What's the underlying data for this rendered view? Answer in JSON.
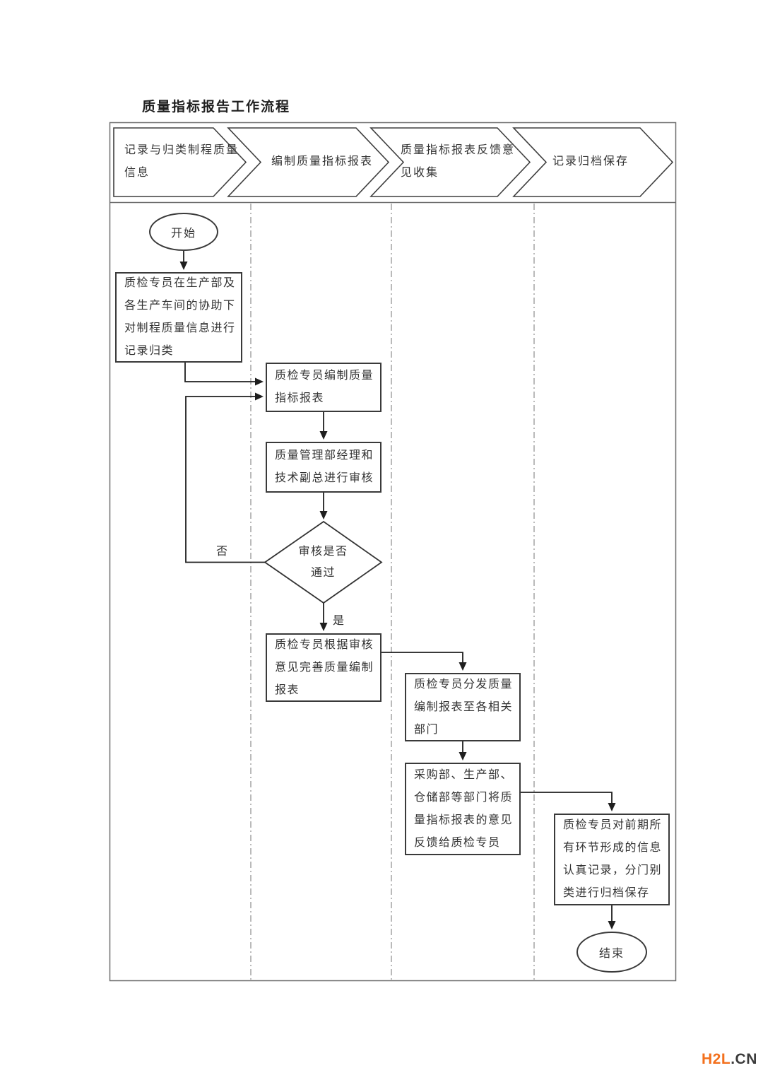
{
  "title": "质量指标报告工作流程",
  "lanes": [
    {
      "label": "记录与归类制程质量\n信息"
    },
    {
      "label": "编制质量指标报表"
    },
    {
      "label": "质量指标报表反馈意\n见收集"
    },
    {
      "label": "记录归档保存"
    }
  ],
  "nodes": {
    "start": "开始",
    "step1": "质检专员在生产部及\n各生产车间的协助下\n对制程质量信息进行\n记录归类",
    "step2": "质检专员编制质量\n指标报表",
    "step3": "质量管理部经理和\n技术副总进行审核",
    "decision": "审核是否\n通过",
    "step4": "质检专员根据审核\n意见完善质量编制\n报表",
    "step5": "质检专员分发质量\n编制报表至各相关\n部门",
    "step6": "采购部、生产部、\n仓储部等部门将质\n量指标报表的意见\n反馈给质检专员",
    "step7": "质检专员对前期所\n有环节形成的信息\n认真记录，分门别\n类进行归档保存",
    "end": "结束"
  },
  "labels": {
    "yes": "是",
    "no": "否"
  },
  "watermark": {
    "brand": "H2L",
    "suffix": ".CN"
  },
  "colors": {
    "brand_orange": "#f3701d",
    "suffix_dark": "#3c3c3c",
    "shape_line": "#333333",
    "frame_line": "#6e6e6e",
    "divider": "#8d8d8d"
  }
}
